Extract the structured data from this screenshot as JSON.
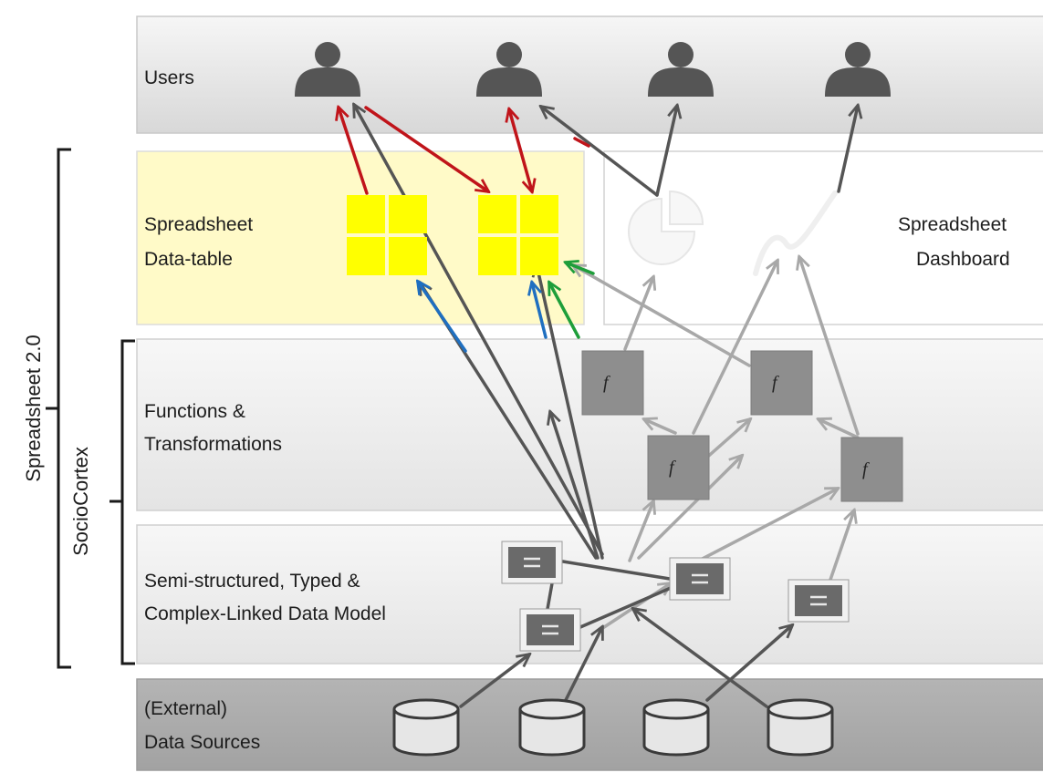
{
  "layers": {
    "users": "Users",
    "datatable_line1": "Spreadsheet",
    "datatable_line2": "Data-table",
    "dashboard_line1": "Spreadsheet",
    "dashboard_line2": "Dashboard",
    "functions_line1": "Functions &",
    "functions_line2": "Transformations",
    "datamodel_line1": "Semi-structured, Typed &",
    "datamodel_line2": "Complex-Linked Data Model",
    "sources_line1": "(External)",
    "sources_line2": "Data Sources"
  },
  "brackets": {
    "outer": "Spreadsheet 2.0",
    "inner": "SocioCortex"
  },
  "function_symbol": "f",
  "record_symbol": "=",
  "colors": {
    "datatable_bg": "#fffac8",
    "grid_cell": "#ffff00",
    "arrow_red": "#c0141a",
    "arrow_blue": "#1f6fc0",
    "arrow_green": "#1e9e3a",
    "arrow_dark": "#555555",
    "arrow_light": "#a8a8a8"
  },
  "icons": [
    "user-icon",
    "grid-icon",
    "pie-chart-icon",
    "line-chart-icon",
    "function-icon",
    "record-icon",
    "database-icon"
  ]
}
